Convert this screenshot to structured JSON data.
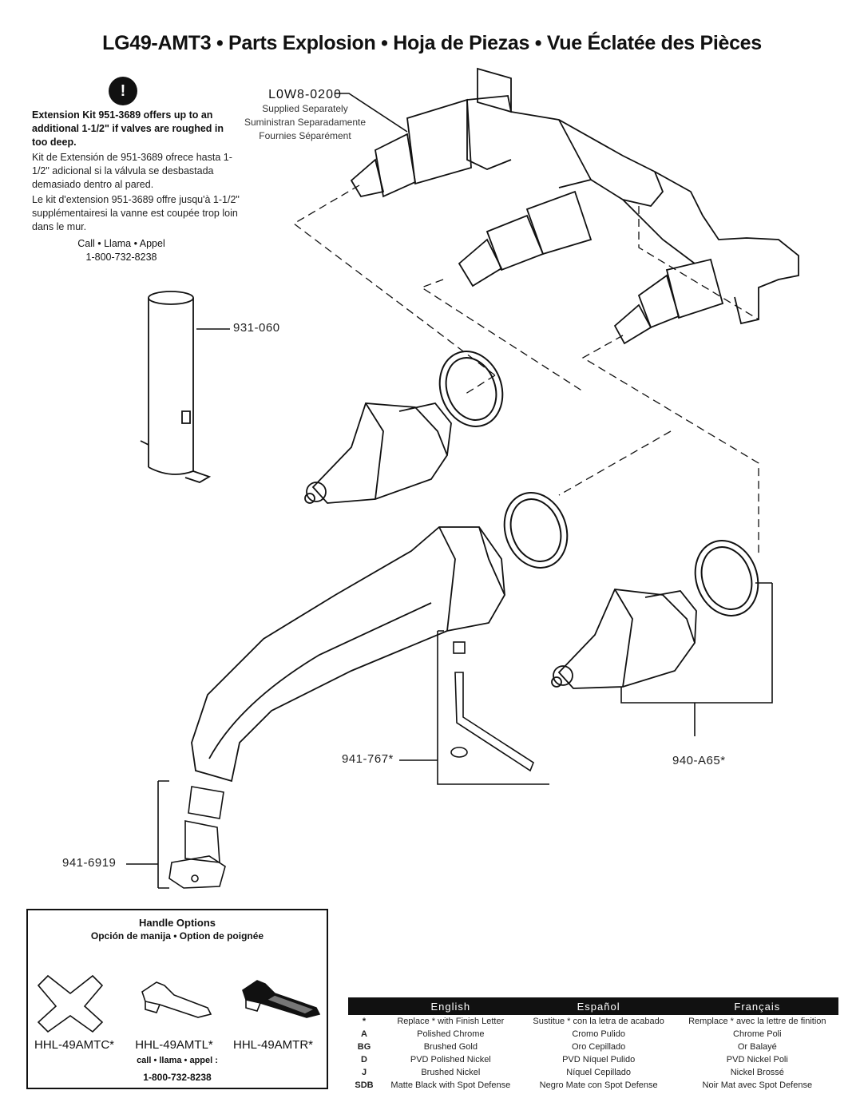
{
  "title": "LG49-AMT3 • Parts Explosion • Hoja de Piezas • Vue Éclatée des Pièces",
  "warning_icon_glyph": "!",
  "extension_note": {
    "english": "Extension Kit 951-3689 offers up to an additional 1-1/2\" if valves are roughed in too deep.",
    "spanish": "Kit de Extensión de 951-3689 ofrece hasta 1-1/2\" adicional si la válvula se desbastada demasiado dentro al pared.",
    "french": "Le kit d'extension 951-3689 offre jusqu'à 1-1/2\" supplémentairesi la vanne est coupée trop loin dans le mur.",
    "call": "Call • Llama • Appel",
    "phone": "1-800-732-8238"
  },
  "parts": {
    "valve": {
      "number": "L0W8-0200",
      "english": "Supplied Separately",
      "spanish": "Suministran Separadamente",
      "french": "Fournies Séparément"
    },
    "extension_sleeve": "931-060",
    "handle": "940-A65*",
    "aerator": "941-6919",
    "set_screw_kit": "941-767*"
  },
  "handle_options": {
    "title": "Handle Options",
    "subtitle": "Opción de manija • Option de poignée",
    "items": [
      "HHL-49AMTC*",
      "HHL-49AMTL*",
      "HHL-49AMTR*"
    ],
    "call": "call • llama • appel :",
    "phone": "1-800-732-8238"
  },
  "finish_table": {
    "headers": [
      "",
      "English",
      "Español",
      "Français"
    ],
    "rows": [
      [
        "*",
        "Replace * with Finish Letter",
        "Sustitue * con la letra de acabado",
        "Remplace * avec la lettre de finition"
      ],
      [
        "A",
        "Polished Chrome",
        "Cromo Pulido",
        "Chrome Poli"
      ],
      [
        "BG",
        "Brushed Gold",
        "Oro Cepillado",
        "Or Balayé"
      ],
      [
        "D",
        "PVD Polished Nickel",
        "PVD Níquel Pulido",
        "PVD Nickel Poli"
      ],
      [
        "J",
        "Brushed Nickel",
        "Níquel Cepillado",
        "Nickel Brossé"
      ],
      [
        "SDB",
        "Matte Black with Spot Defense",
        "Negro Mate con Spot Defense",
        "Noir Mat avec Spot Defense"
      ]
    ]
  }
}
